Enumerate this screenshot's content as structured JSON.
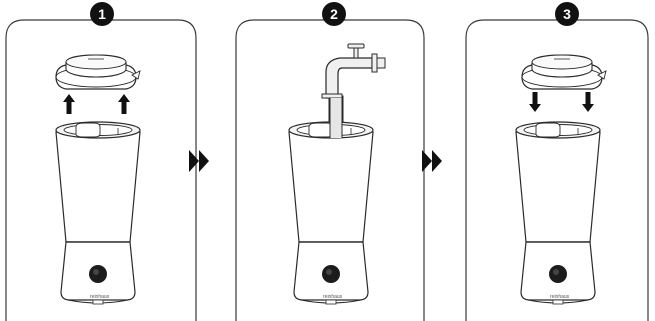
{
  "steps": [
    {
      "number": "1",
      "action": "remove-lid",
      "arrow_direction": "up"
    },
    {
      "number": "2",
      "action": "fill-water-from-tap",
      "arrow_direction": "none"
    },
    {
      "number": "3",
      "action": "replace-lid",
      "arrow_direction": "down"
    }
  ],
  "brand_text": "reinhaus",
  "colors": {
    "line": "#2a2a2a",
    "panel_border": "#3a3a3a",
    "fill_light": "#f2f2f2",
    "fill_mid": "#e4e4e4",
    "badge": "#111111",
    "badge_text": "#ffffff",
    "chevron": "#111111",
    "button_dark": "#1c1c1c"
  },
  "icons": {
    "transition": "double-chevron-right-icon",
    "lift": "arrow-up-icon",
    "lower": "arrow-down-icon",
    "tap": "faucet-icon"
  }
}
